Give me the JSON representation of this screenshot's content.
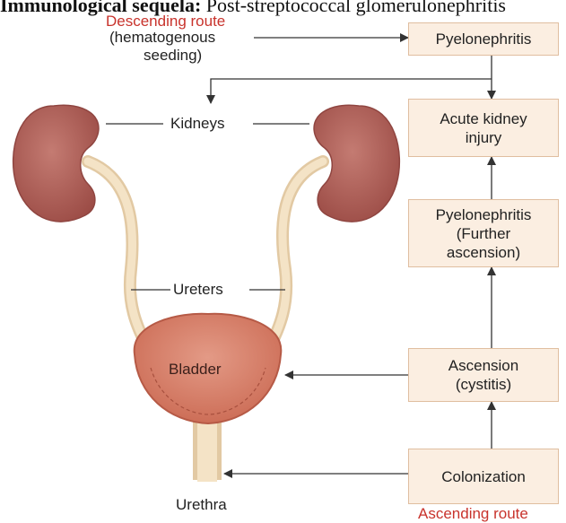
{
  "header": {
    "bold": "Immunological sequela:",
    "rest": " Post-streptococcal glomerulonephritis"
  },
  "descending": {
    "title": "Descending route",
    "line1": "(hematogenous",
    "line2": "seeding)"
  },
  "anatomy": {
    "kidneys": "Kidneys",
    "ureters": "Ureters",
    "bladder": "Bladder",
    "urethra": "Urethra"
  },
  "boxes": {
    "pyelo_top": "Pyelonephritis",
    "aki_1": "Acute kidney",
    "aki_2": "injury",
    "pyelo_further_1": "Pyelonephritis",
    "pyelo_further_2": "(Further",
    "pyelo_further_3": "ascension)",
    "ascension_1": "Ascension",
    "ascension_2": "(cystitis)",
    "colonization": "Colonization"
  },
  "ascending": {
    "title": "Ascending route"
  },
  "colors": {
    "kidney": "#b5615a",
    "ureter": "#f2dfc0",
    "bladder": "#d9806b",
    "box_fill": "#fbeee1",
    "route_red": "#c8332c"
  }
}
